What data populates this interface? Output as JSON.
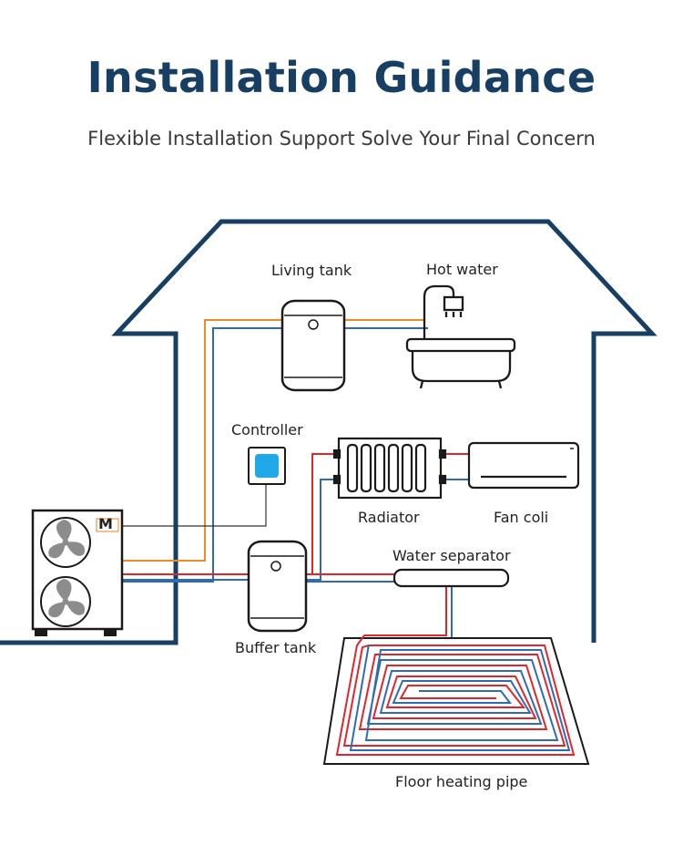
{
  "header": {
    "title": "Installation Guidance",
    "subtitle": "Flexible Installation Support Solve Your Final Concern"
  },
  "labels": {
    "living_tank": "Living tank",
    "hot_water": "Hot water",
    "controller": "Controller",
    "radiator": "Radiator",
    "fan_coil": "Fan coli",
    "water_separator": "Water separator",
    "buffer_tank": "Buffer tank",
    "floor_heating_pipe": "Floor heating pipe"
  },
  "heat_pump": {
    "brand_mark": "M"
  },
  "colors": {
    "house_outline": "#173f63",
    "hot_pipe": "#e0262c",
    "cold_pipe": "#2f6bb3",
    "dhw_pipe": "#f08a24",
    "controller_screen": "#21a8e8",
    "brand_orange": "#f07f1c",
    "fan_blade": "#8c8c8c"
  }
}
